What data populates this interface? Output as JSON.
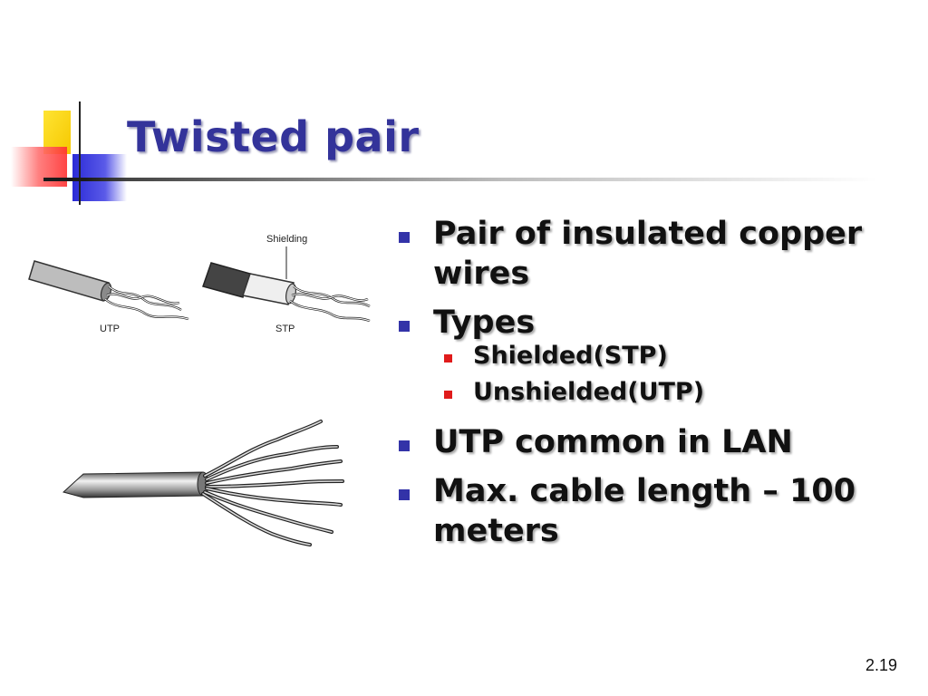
{
  "slide": {
    "title": "Twisted pair",
    "number": "2.19",
    "colors": {
      "title": "#33339a",
      "bullet_primary": "#3333a8",
      "bullet_secondary": "#e01b1b"
    }
  },
  "figure": {
    "top_labels": {
      "shielding": "Shielding",
      "utp": "UTP",
      "stp": "STP"
    }
  },
  "bullets": [
    {
      "text": "Pair of insulated copper wires",
      "sub": []
    },
    {
      "text": "Types",
      "sub": [
        "Shielded(STP)",
        "Unshielded(UTP)"
      ]
    },
    {
      "text": "UTP common in LAN",
      "sub": []
    },
    {
      "text": "Max. cable length – 100 meters",
      "sub": []
    }
  ]
}
